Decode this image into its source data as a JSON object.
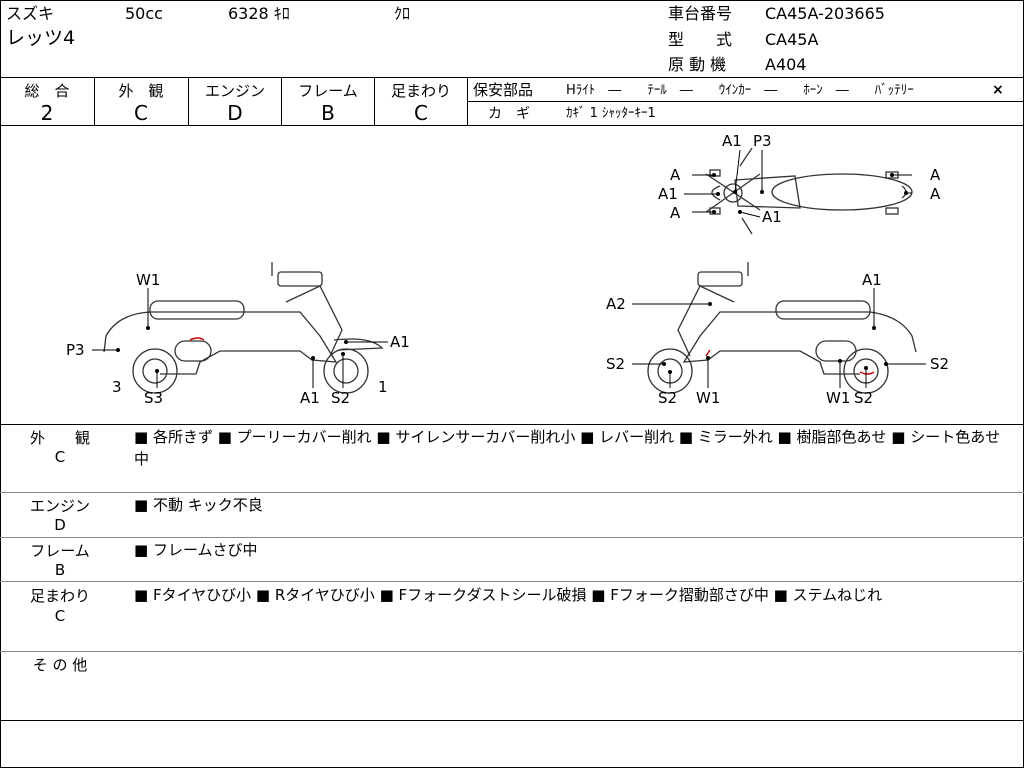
{
  "header": {
    "maker": "スズキ",
    "displacement": "50cc",
    "mileage": "6328 ｷﾛ",
    "color": "ｸﾛ",
    "model_name": "レッツ4",
    "frame_number_label": "車台番号",
    "frame_number": "CA45A-203665",
    "model_label": "型　　式",
    "model_code": "CA45A",
    "engine_label": "原 動 機",
    "engine_code": "A404"
  },
  "grades": [
    {
      "label": "総　合",
      "value": "2"
    },
    {
      "label": "外　観",
      "value": "C"
    },
    {
      "label": "エンジン",
      "value": "D"
    },
    {
      "label": "フレーム",
      "value": "B"
    },
    {
      "label": "足まわり",
      "value": "C"
    }
  ],
  "safety_parts": {
    "label": "保安部品",
    "items": "Hﾗｲﾄ　―　　ﾃｰﾙ　―　　ｳｲﾝｶｰ　―　　ﾎｰﾝ　―　　ﾊﾞｯﾃﾘｰ",
    "battery_mark": "×",
    "key_label": "カ　ギ",
    "key_value": "ｶｷﾞ 1  ｼｬｯﾀｰｷｰ1"
  },
  "diagram": {
    "top_view": {
      "labels": [
        "A1",
        "P3",
        "A",
        "A1",
        "A",
        "A1",
        "A",
        "A"
      ]
    },
    "left_view": {
      "labels": [
        "W1",
        "P3",
        "3",
        "S3",
        "A1",
        "A1",
        "S2",
        "1"
      ]
    },
    "right_view": {
      "labels": [
        "A2",
        "A1",
        "S2",
        "S2",
        "W1",
        "S2",
        "W1",
        "S2"
      ]
    },
    "colors": {
      "line": "#333333",
      "damage": "#cc0000"
    }
  },
  "sections": [
    {
      "label": "外　　観",
      "grade": "C",
      "text": "■ 各所きず ■ プーリーカバー削れ ■ サイレンサーカバー削れ小 ■ レバー削れ ■ ミラー外れ ■ 樹脂部色あせ ■ シート色あせ中"
    },
    {
      "label": "エンジン",
      "grade": "D",
      "text": "■ 不動  キック不良"
    },
    {
      "label": "フレーム",
      "grade": "B",
      "text": "■ フレームさび中"
    },
    {
      "label": "足まわり",
      "grade": "C",
      "text": "■ Fタイヤひび小 ■ Rタイヤひび小 ■ Fフォークダストシール破損 ■ Fフォーク摺動部さび中 ■ ステムねじれ"
    },
    {
      "label": "そ の 他",
      "grade": "",
      "text": ""
    }
  ]
}
